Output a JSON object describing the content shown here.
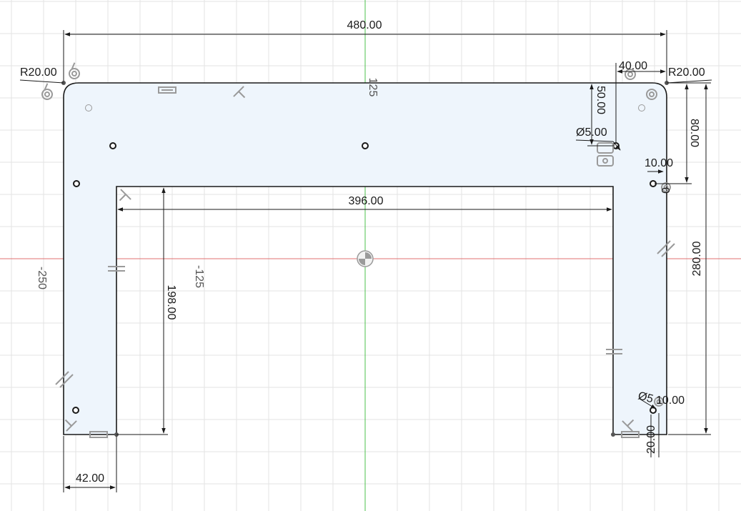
{
  "colors": {
    "grid": "#e3e3e3",
    "axis_x": "#e07070",
    "axis_y": "#4cc04c",
    "profile_fill": "#eef5fc",
    "profile_stroke": "#1a1a1a",
    "dimension": "#1a1a1a",
    "constraint_icon": "#9a9a9a"
  },
  "dimensions": {
    "overall_width": "480.00",
    "inner_width": "396.00",
    "corner_radius_left": "R20.00",
    "corner_radius_right": "R20.00",
    "offset_top_right": "40.00",
    "hole_offset_vertical": "50.00",
    "hole_diameter_top": "Ø5.00",
    "right_height_top": "80.00",
    "small_offset_right": "10.00",
    "right_small_label": "0",
    "total_height": "280.00",
    "inner_height": "198.00",
    "leg_width": "42.00",
    "hole_diameter_bottom": "Ø5",
    "bottom_offset_horizontal": "10.00",
    "bottom_offset_vertical": "20.00"
  },
  "axis_labels": {
    "top": "125",
    "left": "-250",
    "inner": "-125"
  },
  "icons": [
    "radius-constraint-icon",
    "parallel-constraint-icon",
    "perpendicular-constraint-icon",
    "coincident-constraint-icon",
    "origin-icon"
  ]
}
